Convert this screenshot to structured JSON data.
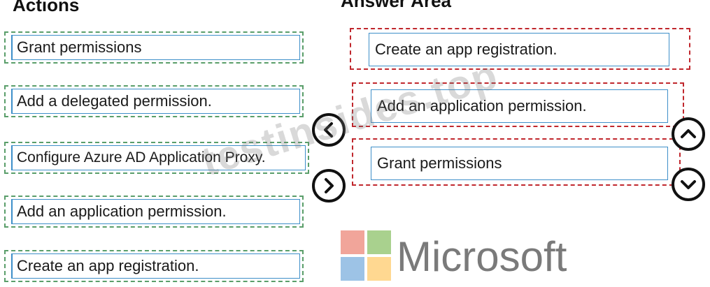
{
  "headings": {
    "actions": "Actions",
    "answer_area": "Answer Area"
  },
  "actions": [
    {
      "label": "Grant permissions"
    },
    {
      "label": "Add a delegated permission."
    },
    {
      "label": "Configure Azure AD Application Proxy."
    },
    {
      "label": "Add an application permission."
    },
    {
      "label": "Create an app registration."
    }
  ],
  "answer": [
    {
      "label": "Create an app registration."
    },
    {
      "label": "Add an application permission."
    },
    {
      "label": "Grant permissions"
    }
  ],
  "controls": {
    "move_left_icon": "chevron-left-icon",
    "move_right_icon": "chevron-right-icon",
    "move_up_icon": "chevron-up-icon",
    "move_down_icon": "chevron-down-icon"
  },
  "watermark": "testinsides.top",
  "logo": {
    "text": "Microsoft",
    "colors": [
      "#f1a59a",
      "#a9d18e",
      "#9dc3e6",
      "#ffd891"
    ]
  }
}
